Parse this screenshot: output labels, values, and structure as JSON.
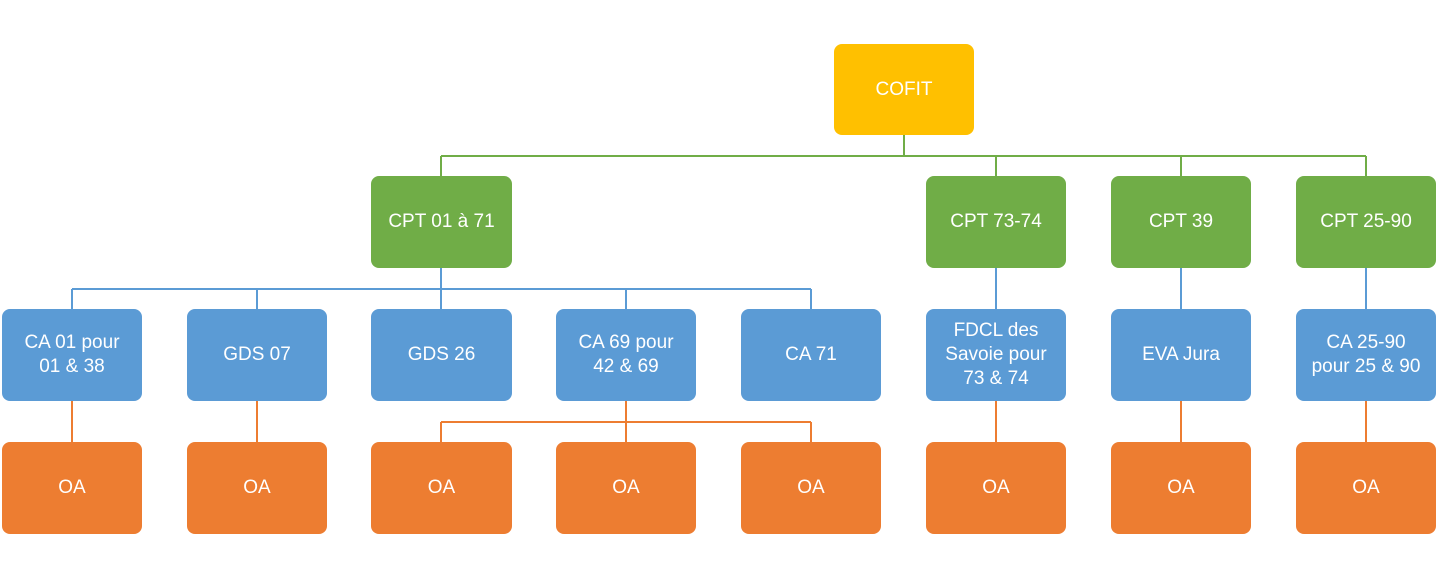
{
  "colors": {
    "root": "#ffc000",
    "level1": "#70ad47",
    "level2": "#5b9bd5",
    "level3": "#ed7d31"
  },
  "root": {
    "label": "COFIT"
  },
  "level1": [
    {
      "label": "CPT 01 à 71"
    },
    {
      "label": "CPT  73-74"
    },
    {
      "label": "CPT 39"
    },
    {
      "label": "CPT 25-90"
    }
  ],
  "level2": [
    {
      "label": "CA 01 pour\n01 & 38"
    },
    {
      "label": "GDS 07"
    },
    {
      "label": "GDS 26"
    },
    {
      "label": "CA 69 pour\n42 & 69"
    },
    {
      "label": "CA 71"
    },
    {
      "label": "FDCL des\nSavoie pour\n73 & 74"
    },
    {
      "label": "EVA Jura"
    },
    {
      "label": "CA 25-90\npour 25 & 90"
    }
  ],
  "level3": [
    {
      "label": "OA"
    },
    {
      "label": "OA"
    },
    {
      "label": "OA"
    },
    {
      "label": "OA"
    },
    {
      "label": "OA"
    },
    {
      "label": "OA"
    },
    {
      "label": "OA"
    },
    {
      "label": "OA"
    }
  ]
}
